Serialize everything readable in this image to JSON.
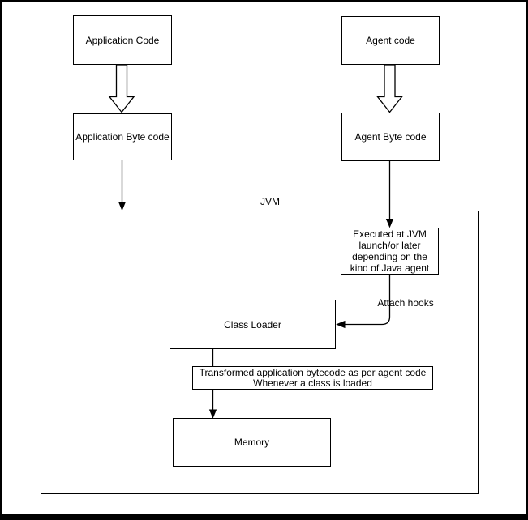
{
  "diagram": {
    "container_label": "JVM",
    "nodes": {
      "application_code": {
        "label": "Application Code"
      },
      "agent_code": {
        "label": "Agent code"
      },
      "application_byte_code": {
        "label": "Application Byte code"
      },
      "agent_byte_code": {
        "label": "Agent Byte code"
      },
      "executed_at_jvm": {
        "lines": [
          "Executed at JVM",
          "launch/or later",
          "depending on the",
          "kind of Java agent"
        ]
      },
      "class_loader": {
        "label": "Class Loader"
      },
      "transformed_bytecode": {
        "lines": [
          "Transformed application bytecode as per agent code",
          "Whenever a class is loaded"
        ]
      },
      "memory": {
        "label": "Memory"
      }
    },
    "edge_labels": {
      "attach_hooks": "Attach hooks"
    },
    "colors": {
      "stroke": "#000000",
      "background": "#ffffff",
      "text": "#000000"
    }
  }
}
